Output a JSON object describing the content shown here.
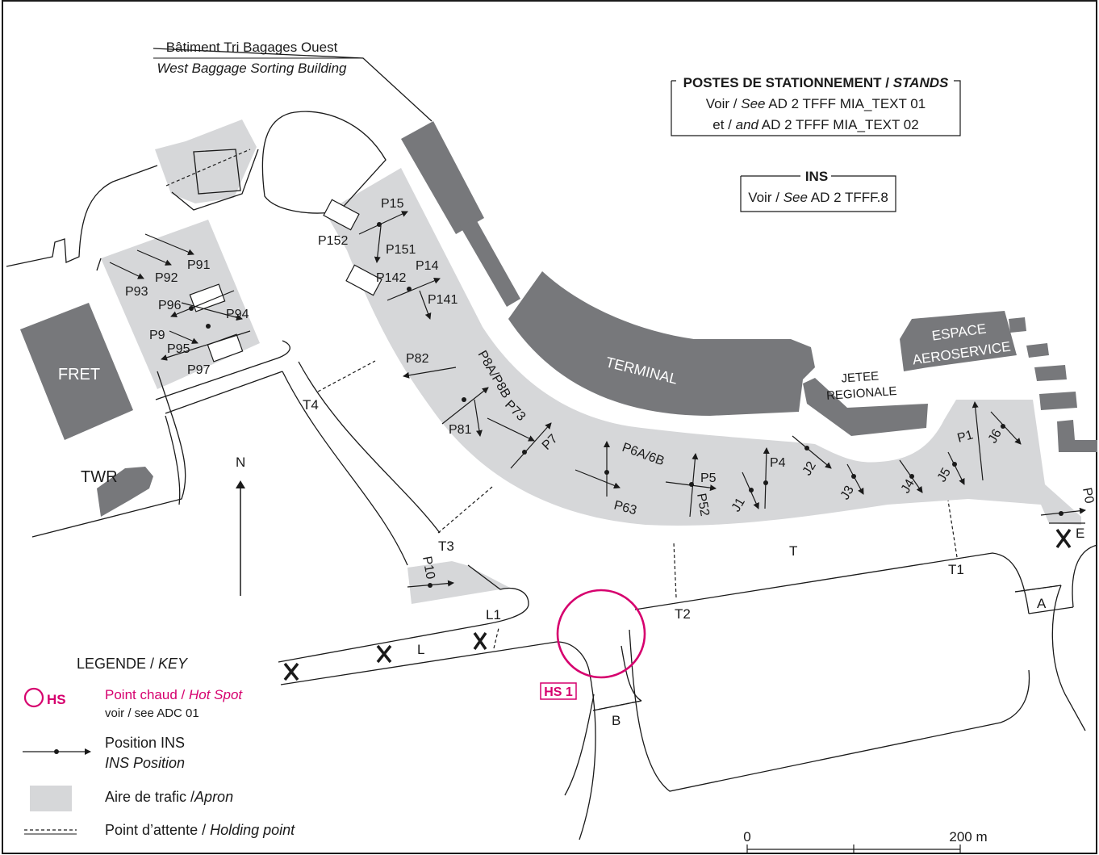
{
  "colors": {
    "apron": "#d6d7d9",
    "building": "#77787b",
    "line": "#1a1a1a",
    "hotspot": "#d6006e"
  },
  "header": {
    "west_baggage_fr": "Bâtiment Tri Bagages Ouest",
    "west_baggage_en": "West Baggage Sorting Building"
  },
  "stands_box": {
    "title_fr": "POSTES DE STATIONNEMENT /",
    "title_en": "STANDS",
    "line1_fr": "Voir /",
    "line1_en": "See",
    "line1_ref": "AD 2 TFFF MIA_TEXT 01",
    "line2_fr": "et /",
    "line2_en": "and",
    "line2_ref": "AD 2 TFFF MIA_TEXT 02"
  },
  "ins_box": {
    "title": "INS",
    "line_fr": "Voir /",
    "line_en": "See",
    "line_ref": "AD 2 TFFF.8"
  },
  "buildings": {
    "fret": "FRET",
    "twr": "TWR",
    "terminal": "TERMINAL",
    "jetee1": "JETEE",
    "jetee2": "REGIONALE",
    "espace1": "ESPACE",
    "espace2": "AEROSERVICE"
  },
  "stands": [
    "P15",
    "P152",
    "P151",
    "P142",
    "P14",
    "P141",
    "P91",
    "P92",
    "P93",
    "P96",
    "P94",
    "P9",
    "P95",
    "P97",
    "P82",
    "P8A/P8B",
    "P81",
    "P73",
    "P7",
    "P6A/6B",
    "P63",
    "P5",
    "P52",
    "P4",
    "J1",
    "J2",
    "J3",
    "J4",
    "J5",
    "J6",
    "P1",
    "P0",
    "P10"
  ],
  "taxiways": {
    "t4": "T4",
    "t3": "T3",
    "t2": "T2",
    "t1": "T1",
    "t": "T",
    "l": "L",
    "l1": "L1",
    "a": "A",
    "b": "B",
    "e": "E"
  },
  "north": "N",
  "hotspot_label": "HS 1",
  "legend": {
    "title_fr": "LEGENDE /",
    "title_en": "KEY",
    "hs_symbol": "HS",
    "hs_fr": "Point chaud /",
    "hs_en": "Hot Spot",
    "hs_ref": "voir / see ADC 01",
    "ins_fr": "Position INS",
    "ins_en": "INS Position",
    "apron_fr": "Aire de trafic /",
    "apron_en": "Apron",
    "hold_fr": "Point d’attente /",
    "hold_en": "Holding point"
  },
  "scale": {
    "zero": "0",
    "end": "200 m"
  }
}
